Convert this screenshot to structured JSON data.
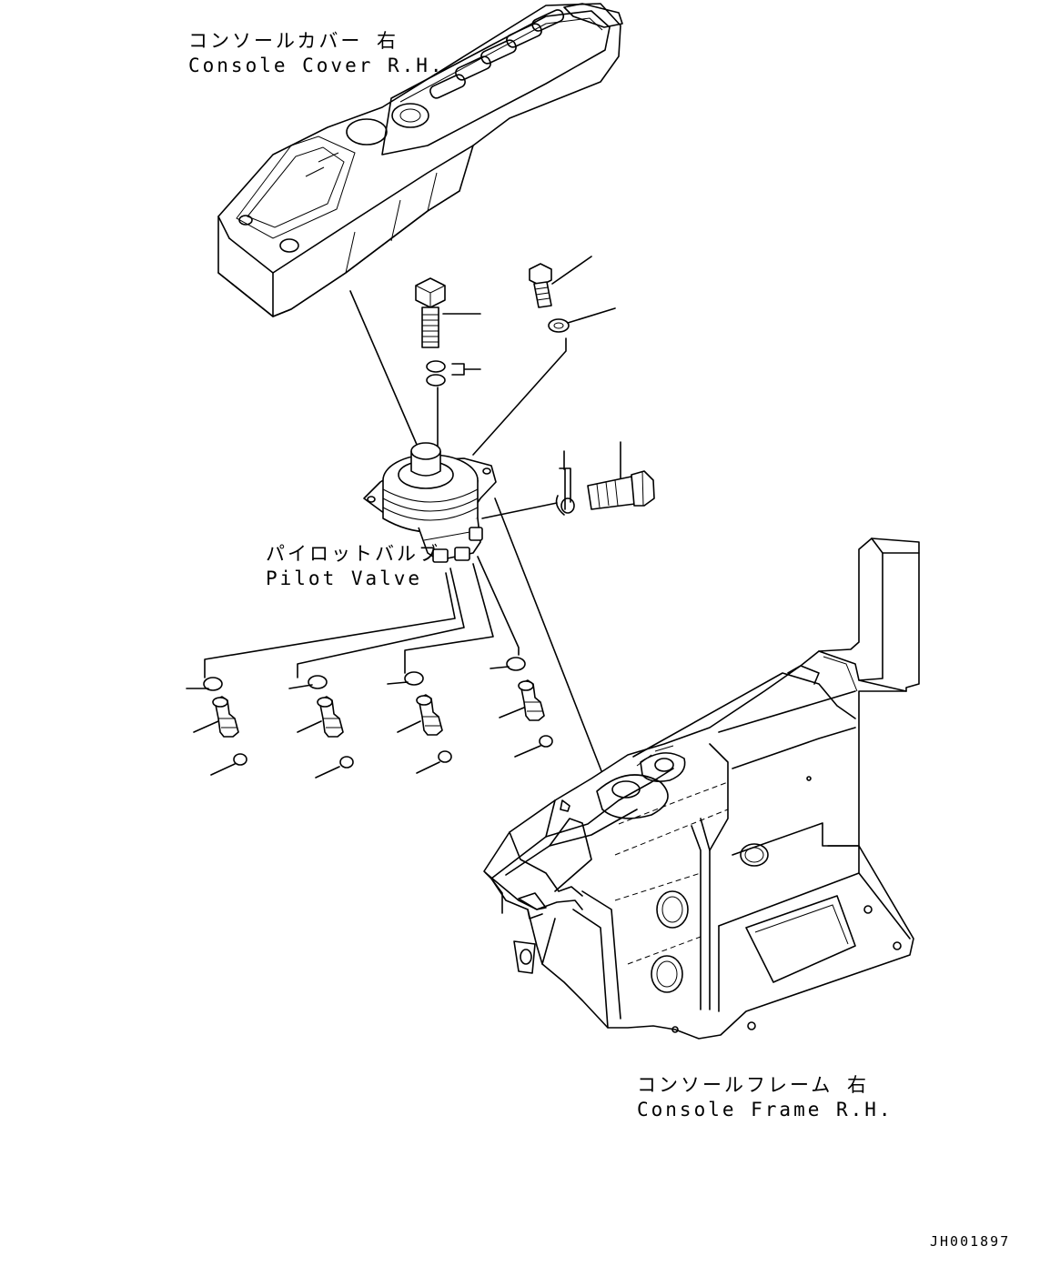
{
  "labels": {
    "console_cover": {
      "jp": "コンソールカバー 右",
      "en": "Console Cover R.H."
    },
    "pilot_valve": {
      "jp": "パイロットバルブ",
      "en": "Pilot Valve"
    },
    "console_frame": {
      "jp": "コンソールフレーム 右",
      "en": "Console Frame R.H."
    }
  },
  "drawing_code": "JH001897",
  "colors": {
    "line": "#000000",
    "background": "#ffffff"
  }
}
